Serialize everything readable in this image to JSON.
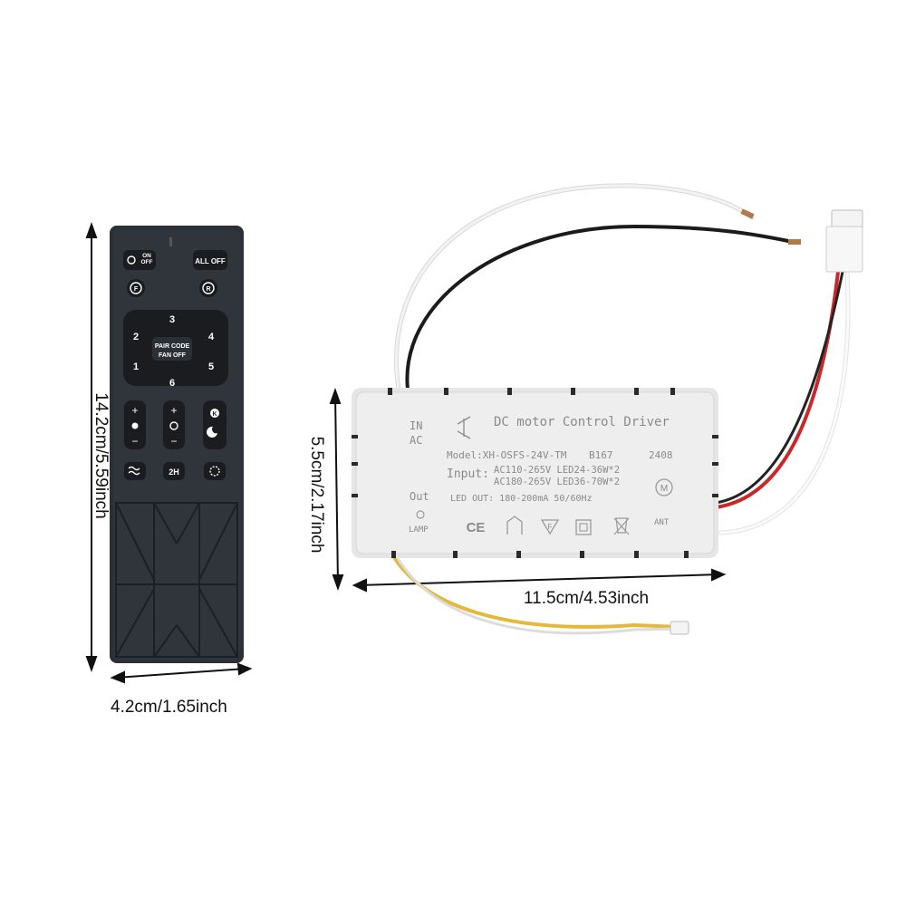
{
  "dimensions": {
    "remote_height": "14.2cm/5.59inch",
    "remote_width": "4.2cm/1.65inch",
    "driver_height": "5.5cm/2.17inch",
    "driver_width": "11.5cm/4.53inch"
  },
  "remote": {
    "on_off": "ON OFF",
    "all_off": "ALL OFF",
    "forward": "F",
    "reverse": "R",
    "speeds": [
      "1",
      "2",
      "3",
      "4",
      "5",
      "6"
    ],
    "center_line1": "PAIR CODE",
    "center_line2": "FAN OFF",
    "plus": "+",
    "minus": "−",
    "timer": "2H",
    "k_label": "K"
  },
  "driver": {
    "in_label": "IN",
    "ac_label": "AC",
    "title": "DC motor Control Driver",
    "model": "Model:XH-OSFS-24V-TM",
    "batch": "B167",
    "date_code": "2408",
    "input_label": "Input:",
    "input_line1": "AC110-265V LED24-36W*2",
    "input_line2": "AC180-265V LED36-70W*2",
    "led_out": "LED OUT: 180-200mA  50/60Hz",
    "out_label": "Out",
    "lamp_label": "LAMP",
    "ce_mark": "CE",
    "f_mark": "F",
    "m_mark": "M",
    "ant_label": "ANT"
  }
}
